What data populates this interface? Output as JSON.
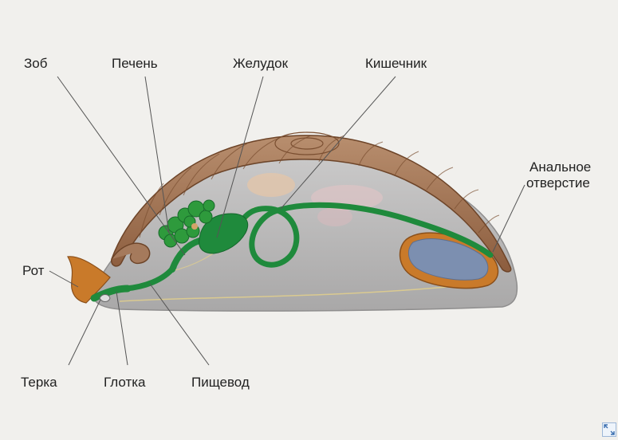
{
  "labels": {
    "zob": "Зоб",
    "pechen": "Печень",
    "zheludok": "Желудок",
    "kishechnik": "Кишечник",
    "analnoe_1": "Анальное",
    "analnoe_2": "отверстие",
    "rot": "Рот",
    "terka": "Терка",
    "glotka": "Глотка",
    "pishchevod": "Пищевод"
  },
  "icons": {
    "expand": "expand-icon"
  },
  "colors": {
    "background": "#f1f0ed",
    "shell": "#a57a5c",
    "body": "#bdbcbc",
    "gut": "#1f8a3c",
    "liver": "#2e9a3c",
    "mouth": "#c07a2c",
    "gill": "#7c8fb0"
  }
}
